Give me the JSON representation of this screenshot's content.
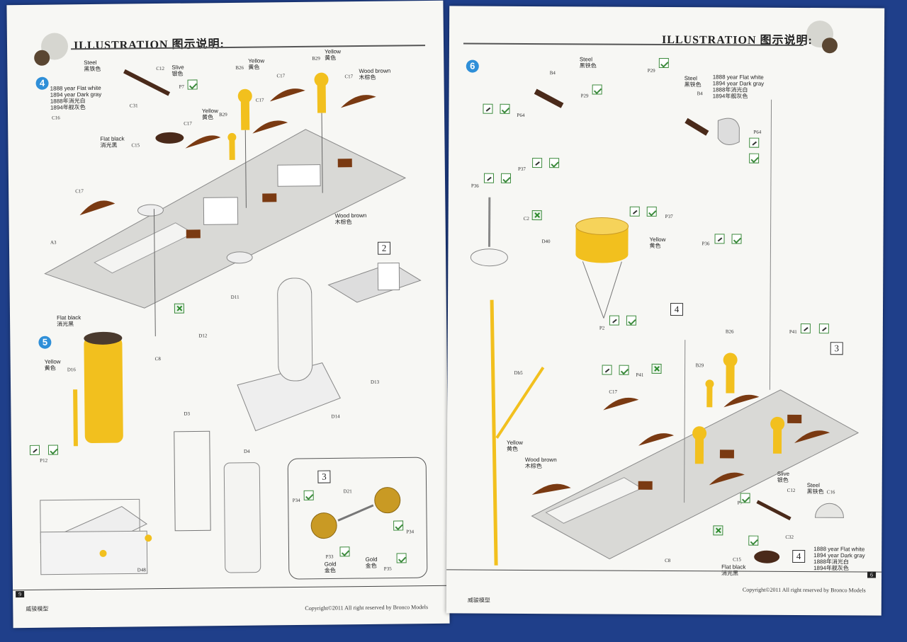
{
  "left_page": {
    "header_title": "ILLUSTRATION 图示说明:",
    "footer_left": "威骏模型",
    "footer_right": "Copyright©2011  All right reserved by Bronco Models",
    "page_number": "9",
    "steps": {
      "four": "4",
      "five": "5"
    },
    "labels": {
      "steel": "Steel",
      "steel_cn": "黑铁色",
      "silve": "Slive",
      "silve_cn": "银色",
      "yellow1": "Yellow",
      "yellow1_cn": "黄色",
      "yellow2": "Yellow",
      "yellow2_cn": "黄色",
      "yellow3": "Yellow",
      "yellow3_cn": "黄色",
      "wood_brown1": "Wood brown",
      "wood_brown1_cn": "木棕色",
      "wood_brown2": "Wood brown",
      "wood_brown2_cn": "木棕色",
      "year1888": "1888 year Flat white",
      "year1894": "1894 year Dark gray",
      "year1888_cn": "1888年消光白",
      "year1894_cn": "1894年舰灰色",
      "flat_black1": "Flat black",
      "flat_black1_cn": "消光黑",
      "flat_black2": "Flat black",
      "flat_black2_cn": "消光黑",
      "yellow5": "Yellow",
      "yellow5_cn": "黄色",
      "gold1": "Gold",
      "gold1_cn": "金色",
      "gold2": "Gold",
      "gold2_cn": "金色"
    },
    "parts": {
      "c12": "C12",
      "b26": "B26",
      "b29a": "B29",
      "b29b": "B29",
      "c17a": "C17",
      "c17b": "C17",
      "c17c": "C17",
      "c17d": "C17",
      "c17e": "C17",
      "p7": "P7",
      "c31": "C31",
      "c15": "C15",
      "c16": "C16",
      "a3": "A3",
      "c8": "C8",
      "d11": "D11",
      "d12": "D12",
      "d13": "D13",
      "d14": "D14",
      "d16": "D16",
      "d3": "D3",
      "d4": "D4",
      "p12": "P12",
      "d48": "D48",
      "p34a": "P34",
      "p34b": "P34",
      "d21": "D21",
      "p33": "P33",
      "p35": "P35"
    },
    "boxes": {
      "two": "2",
      "three": "3"
    }
  },
  "right_page": {
    "header_title": "ILLUSTRATION 图示说明:",
    "footer_left": "威骏模型",
    "footer_right": "Copyright©2011  All right reserved by Bronco Models",
    "page_number": "6",
    "steps": {
      "six": "6"
    },
    "labels": {
      "steel1": "Steel",
      "steel1_cn": "黑铁色",
      "steel2": "Steel",
      "steel2_cn": "黑铁色",
      "steel3": "Steel",
      "steel3_cn": "黑铁色",
      "year1888": "1888 year Flat white",
      "year1894": "1894 year Dark gray",
      "year1888_cn": "1888年消光白",
      "year1894_cn": "1894年舰灰色",
      "year1888b": "1888 year Flat white",
      "year1894b": "1894 year Dark gray",
      "year1888b_cn": "1888年消光白",
      "year1894b_cn": "1894年舰灰色",
      "yellow1": "Yellow",
      "yellow1_cn": "黄色",
      "yellow2": "Yellow",
      "yellow2_cn": "黄色",
      "wood_brown": "Wood brown",
      "wood_brown_cn": "木棕色",
      "silve": "Slive",
      "silve_cn": "银色",
      "flat_black": "Flat black",
      "flat_black_cn": "消光黑"
    },
    "parts": {
      "b4a": "B4",
      "b4b": "B4",
      "p29a": "P29",
      "p29b": "P29",
      "p64a": "P64",
      "p64b": "P64",
      "p37a": "P37",
      "p37b": "P37",
      "p36a": "P36",
      "p36b": "P36",
      "c2": "C2",
      "d40": "D40",
      "p2": "P2",
      "db5": "Db5",
      "b26": "B26",
      "b29": "B29",
      "p41a": "P41",
      "p41b": "P41",
      "c17": "C17",
      "c12": "C12",
      "c16": "C16",
      "c32": "C32",
      "p7": "P7",
      "c15": "C15",
      "c8": "C8"
    },
    "boxes": {
      "four_a": "4",
      "four_b": "4",
      "three": "3"
    }
  },
  "colors": {
    "background": "#1f3f8a",
    "yellow": "#f2c01e",
    "wood_brown": "#7a3a12",
    "step_blue": "#2f8fd8",
    "icon_green": "#3c8a3c"
  }
}
